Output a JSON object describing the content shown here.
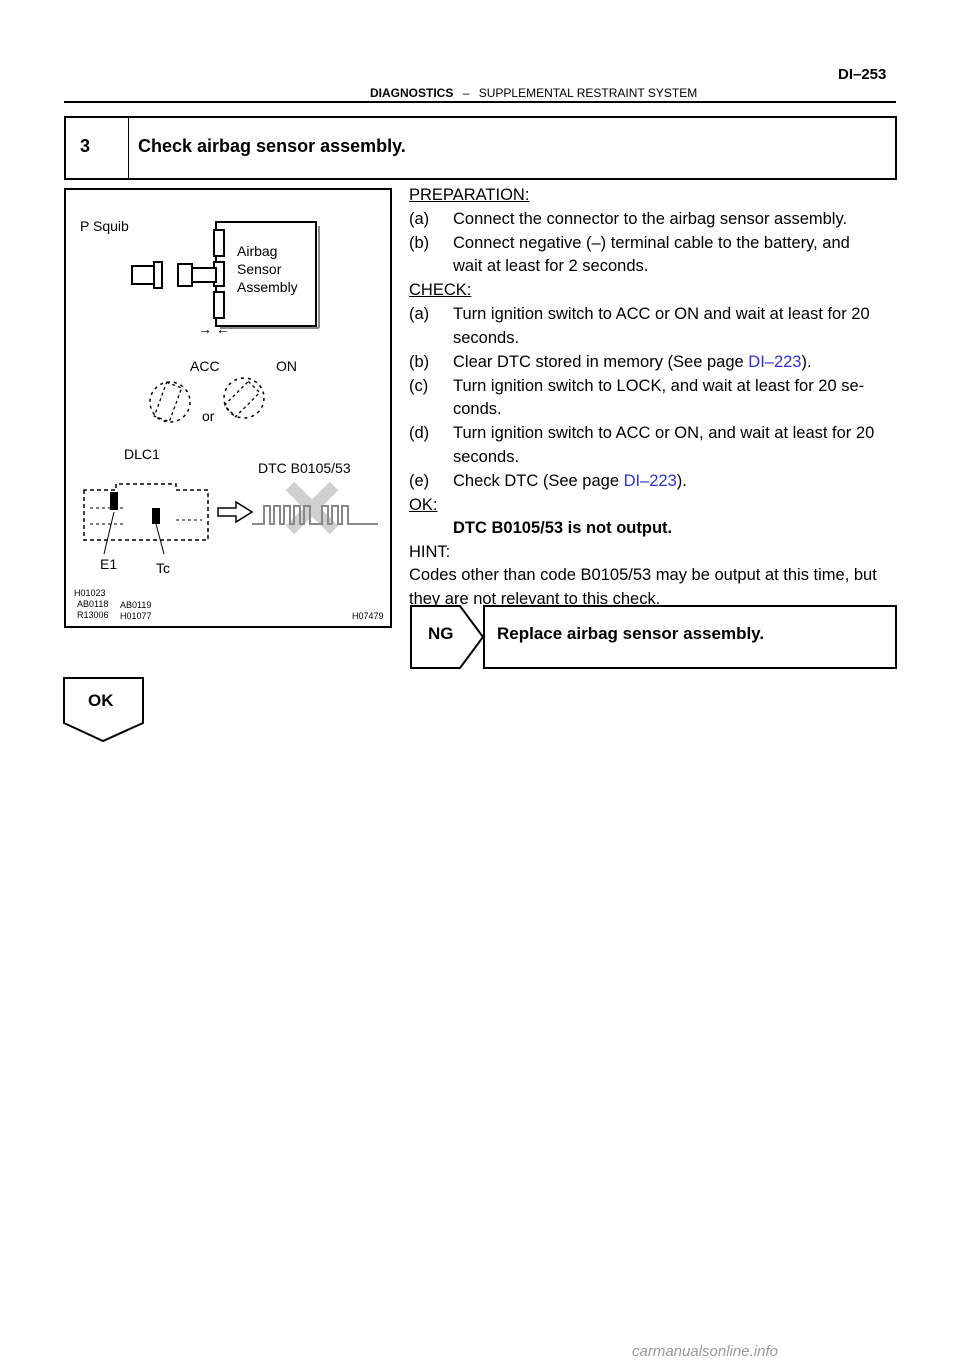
{
  "header": {
    "section": "DIAGNOSTICS",
    "dash": "–",
    "subsection": "SUPPLEMENTAL RESTRAINT SYSTEM",
    "page": "DI–253"
  },
  "step": {
    "number": "3",
    "title": "Check airbag sensor assembly."
  },
  "figure": {
    "labels": {
      "p_squib": "P Squib",
      "airbag1": "Airbag",
      "airbag2": "Sensor",
      "airbag3": "Assembly",
      "arrows": "→ ←",
      "acc": "ACC",
      "on": "ON",
      "or": "or",
      "dlc1": "DLC1",
      "dtc": "DTC B0105/53",
      "e1": "E1",
      "tc": "Tc"
    },
    "codes": {
      "c1": "H01023",
      "c2": "AB0118",
      "c3": "R13006",
      "c4": "AB0119",
      "c5": "H01077",
      "c6": "H07479"
    }
  },
  "content": {
    "prep_heading": "PREPARATION:",
    "prep": [
      {
        "label": "(a)",
        "text": "Connect the connector to the airbag sensor assembly."
      },
      {
        "label": "(b)",
        "text1": "Connect negative (–) terminal cable to the battery, and",
        "text2": "wait at least for 2 seconds."
      }
    ],
    "check_heading": "CHECK:",
    "check": [
      {
        "label": "(a)",
        "text1": "Turn ignition switch to ACC or ON and wait at least for 20",
        "text2": "seconds."
      },
      {
        "label": "(b)",
        "pre": "Clear DTC stored in memory (See page ",
        "link": "DI–223",
        "post": ")."
      },
      {
        "label": "(c)",
        "text1": "Turn ignition switch to LOCK, and wait at least for 20 se-",
        "text2": "conds."
      },
      {
        "label": "(d)",
        "text1": "Turn ignition switch to ACC or ON, and wait at least for 20",
        "text2": "seconds."
      },
      {
        "label": "(e)",
        "pre": "Check DTC (See page ",
        "link": "DI–223",
        "post": ")."
      }
    ],
    "ok_heading": "OK:",
    "ok_text": "DTC B0105/53 is not output.",
    "hint_heading": "HINT:",
    "hint1": "Codes other than code B0105/53 may be output at this time, but",
    "hint2": "they are not relevant to this check."
  },
  "ng": {
    "label": "NG",
    "text": "Replace airbag sensor assembly."
  },
  "ok": {
    "label": "OK"
  },
  "watermark": "carmanualsonline.info"
}
